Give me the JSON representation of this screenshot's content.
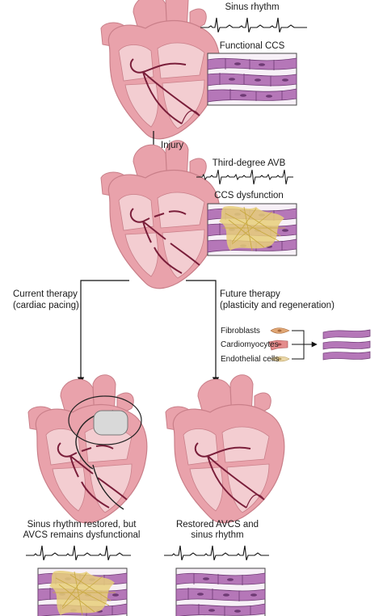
{
  "labels": {
    "sinus_rhythm": "Sinus rhythm",
    "functional_ccs": "Functional CCS",
    "injury": "Injury",
    "third_degree_avb": "Third-degree AVB",
    "ccs_dysfunction": "CCS dysfunction",
    "current_therapy_line1": "Current therapy",
    "current_therapy_line2": "(cardiac pacing)",
    "future_therapy_line1": "Future therapy",
    "future_therapy_line2": "(plasticity and regeneration)",
    "fibroblasts": "Fibroblasts",
    "cardiomyocytes": "Cardiomyocytes",
    "endothelial_cells": "Endothelial cells",
    "outcome_left_line1": "Sinus rhythm restored, but",
    "outcome_left_line2": "AVCS remains dysfunctional",
    "outcome_right_line1": "Restored AVCS and",
    "outcome_right_line2": "sinus rhythm"
  },
  "colors": {
    "heart_outer": "#e9a2ab",
    "heart_inner": "#f3cdd1",
    "conduction": "#7a1e3a",
    "fiber": "#b577b8",
    "fiber_dark": "#6e3a74",
    "fibrosis": "#e8cf7a",
    "pacemaker": "#d9d9d9"
  }
}
